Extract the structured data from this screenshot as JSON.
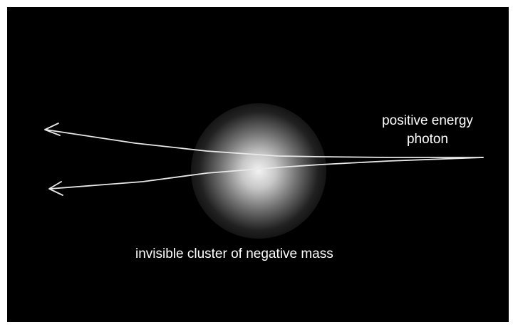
{
  "labels": {
    "photon_line1": "positive energy",
    "photon_line2": "photon",
    "cluster": "invisible cluster of negative mass"
  },
  "colors": {
    "background": "#000000",
    "ray": "#e8e8e8",
    "text": "#ffffff",
    "border": "#ffffff"
  },
  "icons": {
    "ray_head": "arrowhead"
  }
}
